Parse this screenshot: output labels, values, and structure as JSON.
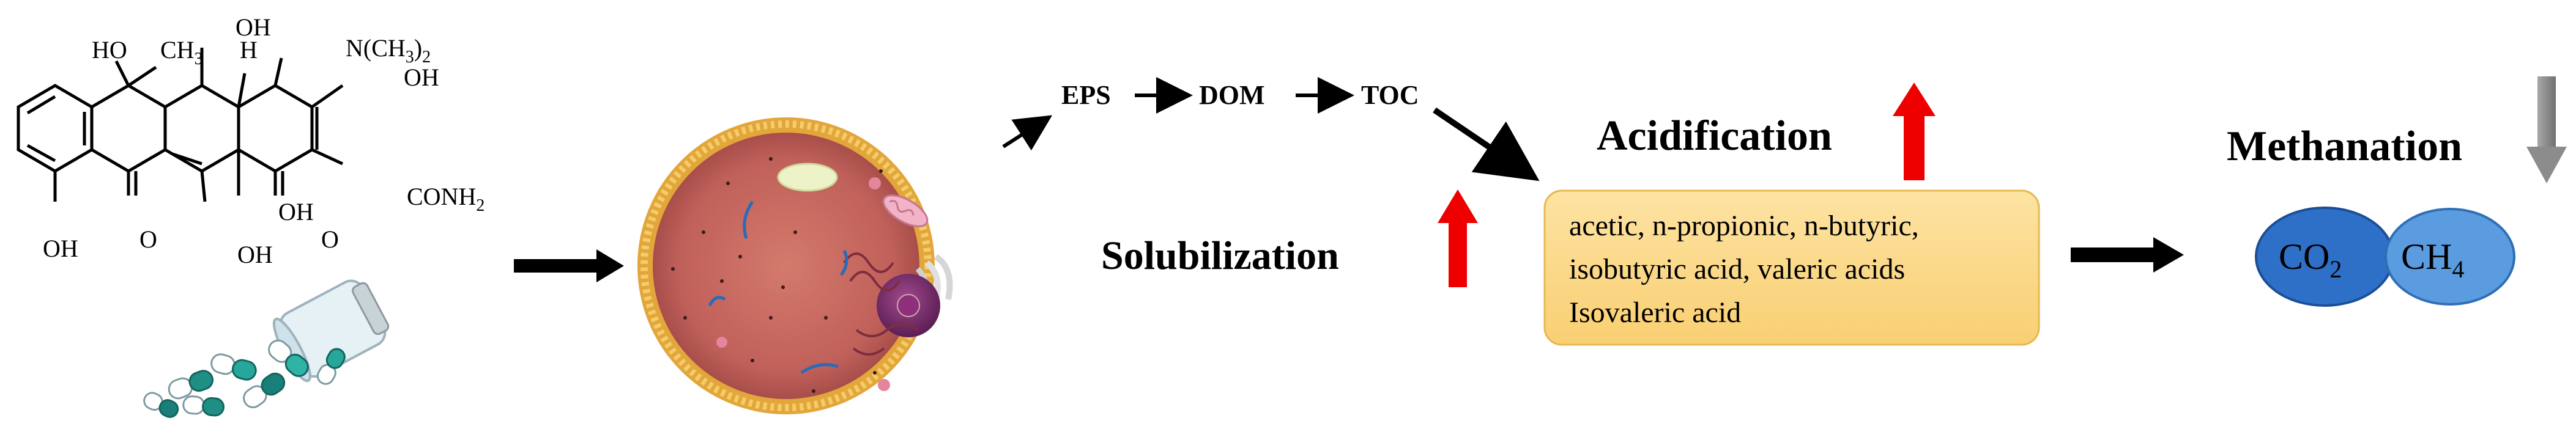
{
  "molecule": {
    "ho_top": "HO",
    "ch3": "CH",
    "ch3_sub": "3",
    "oh_top": "OH",
    "h": "H",
    "nme2": "N(CH",
    "nme2_sub": "3",
    "nme2_close": ")",
    "nme2_sub2": "2",
    "oh_right": "OH",
    "conh2": "CONH",
    "conh2_sub": "2",
    "oh_bl": "OH",
    "o_left": "O",
    "oh_mid": "OH",
    "oh_mid2": "OH",
    "o_right": "O"
  },
  "flow": {
    "eps": "EPS",
    "dom": "DOM",
    "toc": "TOC"
  },
  "stages": {
    "solubilization": "Solubilization",
    "acidification": "Acidification",
    "methanation": "Methanation"
  },
  "acids": {
    "line1": "acetic, n-propionic, n-butyric,",
    "line2": "isobutyric acid, valeric acids",
    "line3": "Isovaleric acid"
  },
  "gases": {
    "co2": "CO",
    "co2_sub": "2",
    "ch4": "CH",
    "ch4_sub": "4"
  },
  "colors": {
    "up_arrow": "#ee0000",
    "down_arrow": "#8c8c8c",
    "acid_box": "#fcd88a",
    "co2_fill": "#2e6fc8",
    "ch4_fill": "#5b9be0",
    "cell_membrane": "#e8b040",
    "cell_cytoplasm": "#c56b60"
  }
}
